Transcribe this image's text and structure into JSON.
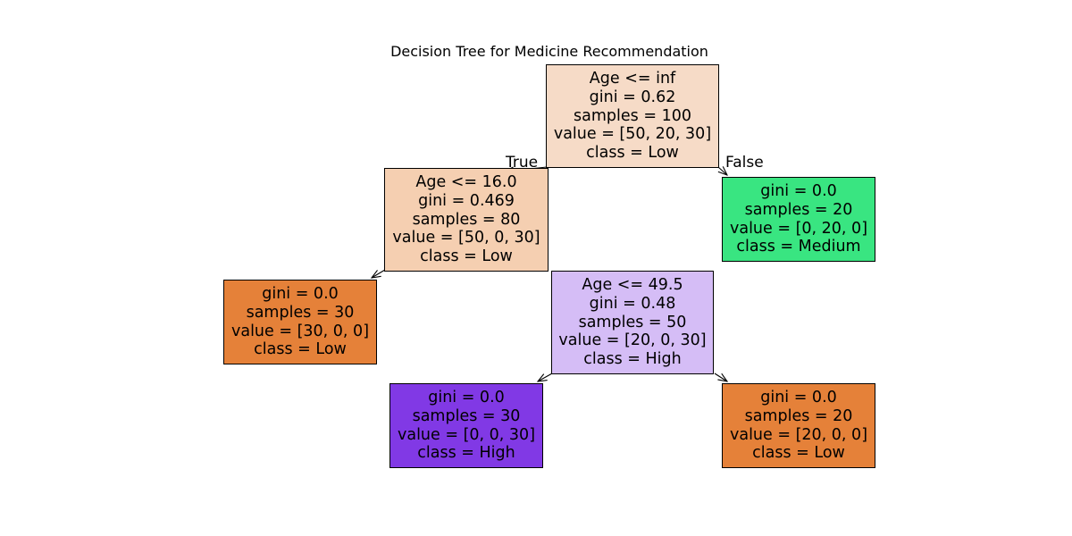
{
  "title": "Decision Tree for Medicine Recommendation",
  "nodes": {
    "root": {
      "split": "Age <= inf",
      "gini": "gini = 0.62",
      "samples": "samples = 100",
      "value": "value = [50, 20, 30]",
      "class": "class = Low",
      "color": "#f6dbc7"
    },
    "n1": {
      "split": "Age <= 16.0",
      "gini": "gini = 0.469",
      "samples": "samples = 80",
      "value": "value = [50, 0, 30]",
      "class": "class = Low",
      "color": "#f5cfb1"
    },
    "n2": {
      "gini": "gini = 0.0",
      "samples": "samples = 20",
      "value": "value = [0, 20, 0]",
      "class": "class = Medium",
      "color": "#39e581"
    },
    "n3": {
      "gini": "gini = 0.0",
      "samples": "samples = 30",
      "value": "value = [30, 0, 0]",
      "class": "class = Low",
      "color": "#e58139"
    },
    "n4": {
      "split": "Age <= 49.5",
      "gini": "gini = 0.48",
      "samples": "samples = 50",
      "value": "value = [20, 0, 30]",
      "class": "class = High",
      "color": "#d5bdf6"
    },
    "n5": {
      "gini": "gini = 0.0",
      "samples": "samples = 30",
      "value": "value = [0, 0, 30]",
      "class": "class = High",
      "color": "#8139e5"
    },
    "n6": {
      "gini": "gini = 0.0",
      "samples": "samples = 20",
      "value": "value = [20, 0, 0]",
      "class": "class = Low",
      "color": "#e58139"
    }
  },
  "edge_labels": {
    "true_label": "True",
    "false_label": "False"
  }
}
